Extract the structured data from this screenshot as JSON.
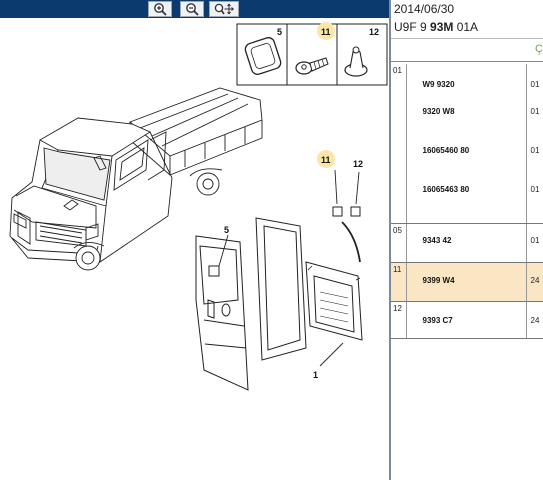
{
  "toolbar": {
    "zoom_in": "zoom-in",
    "zoom_out": "zoom-out",
    "zoom_pan": "zoom-pan"
  },
  "diagram": {
    "legend": [
      {
        "callout": "5"
      },
      {
        "callout": "11"
      },
      {
        "callout": "12"
      }
    ],
    "callouts": {
      "c11": "11",
      "c12": "12",
      "c5": "5",
      "c1": "1"
    }
  },
  "panel": {
    "date": "2014/06/30",
    "code_prefix": "U9F 9 ",
    "code_bold": "93M",
    "code_suffix": " 01A",
    "filter_glyph": "Ç"
  },
  "parts": [
    {
      "group": "01",
      "rows": [
        {
          "ref": "W9 9320",
          "qty": "01"
        },
        {
          "ref": "9320 W8",
          "qty": "01"
        },
        {
          "ref": "16065460 80",
          "qty": "01"
        },
        {
          "ref": "16065463 80",
          "qty": "01"
        }
      ]
    },
    {
      "group": "05",
      "rows": [
        {
          "ref": "9343 42",
          "qty": "01"
        }
      ]
    },
    {
      "group": "11",
      "selected": true,
      "rows": [
        {
          "ref": "9399 W4",
          "qty": "24"
        }
      ]
    },
    {
      "group": "12",
      "rows": [
        {
          "ref": "9393 C7",
          "qty": "24"
        }
      ]
    }
  ]
}
